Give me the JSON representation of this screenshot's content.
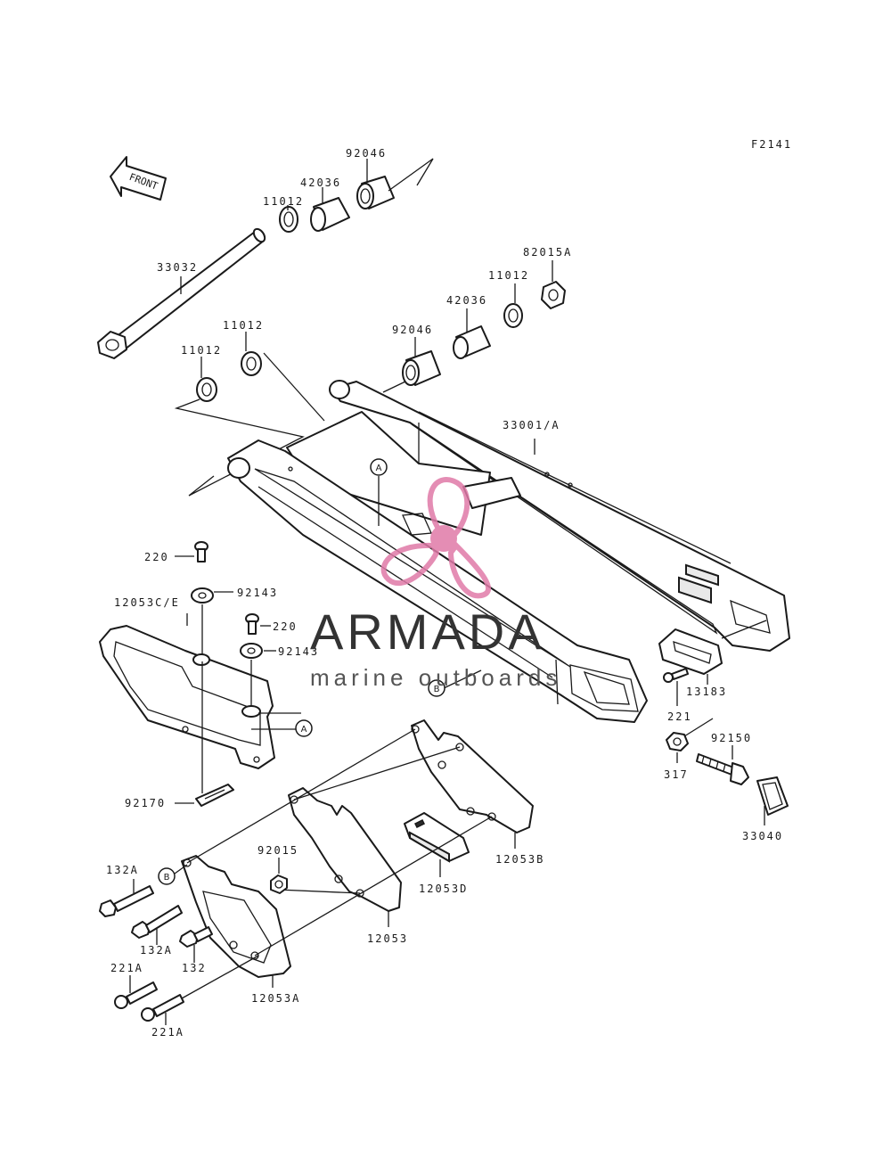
{
  "figure_code": "F2141",
  "front_arrow_label": "FRONT",
  "watermark": {
    "brand": "ARMADA",
    "tagline": "marine outboards",
    "logo_color": "#e07aa8"
  },
  "part_labels": {
    "p92046_top": "92046",
    "p42036_top": "42036",
    "p11012_top": "11012",
    "p33032": "33032",
    "p82015a": "82015A",
    "p11012_right": "11012",
    "p42036_right": "42036",
    "p92046_right": "92046",
    "p11012_mid": "11012",
    "p11012_left": "11012",
    "p33001a": "33001/A",
    "p220_top": "220",
    "p92143_top": "92143",
    "p12053ce": "12053C/E",
    "p220_mid": "220",
    "p92143_mid": "92143",
    "p13183": "13183",
    "p221": "221",
    "p92150": "92150",
    "p317": "317",
    "p33040": "33040",
    "p92170": "92170",
    "p92015": "92015",
    "p132a_top": "132A",
    "p132a_mid": "132A",
    "p132": "132",
    "p221a_top": "221A",
    "p221a_bottom": "221A",
    "p12053b": "12053B",
    "p12053d": "12053D",
    "p12053": "12053",
    "p12053a": "12053A"
  },
  "callouts": {
    "a_swingarm": "A",
    "a_guide": "A",
    "b_swingarm": "B",
    "b_plate": "B"
  }
}
